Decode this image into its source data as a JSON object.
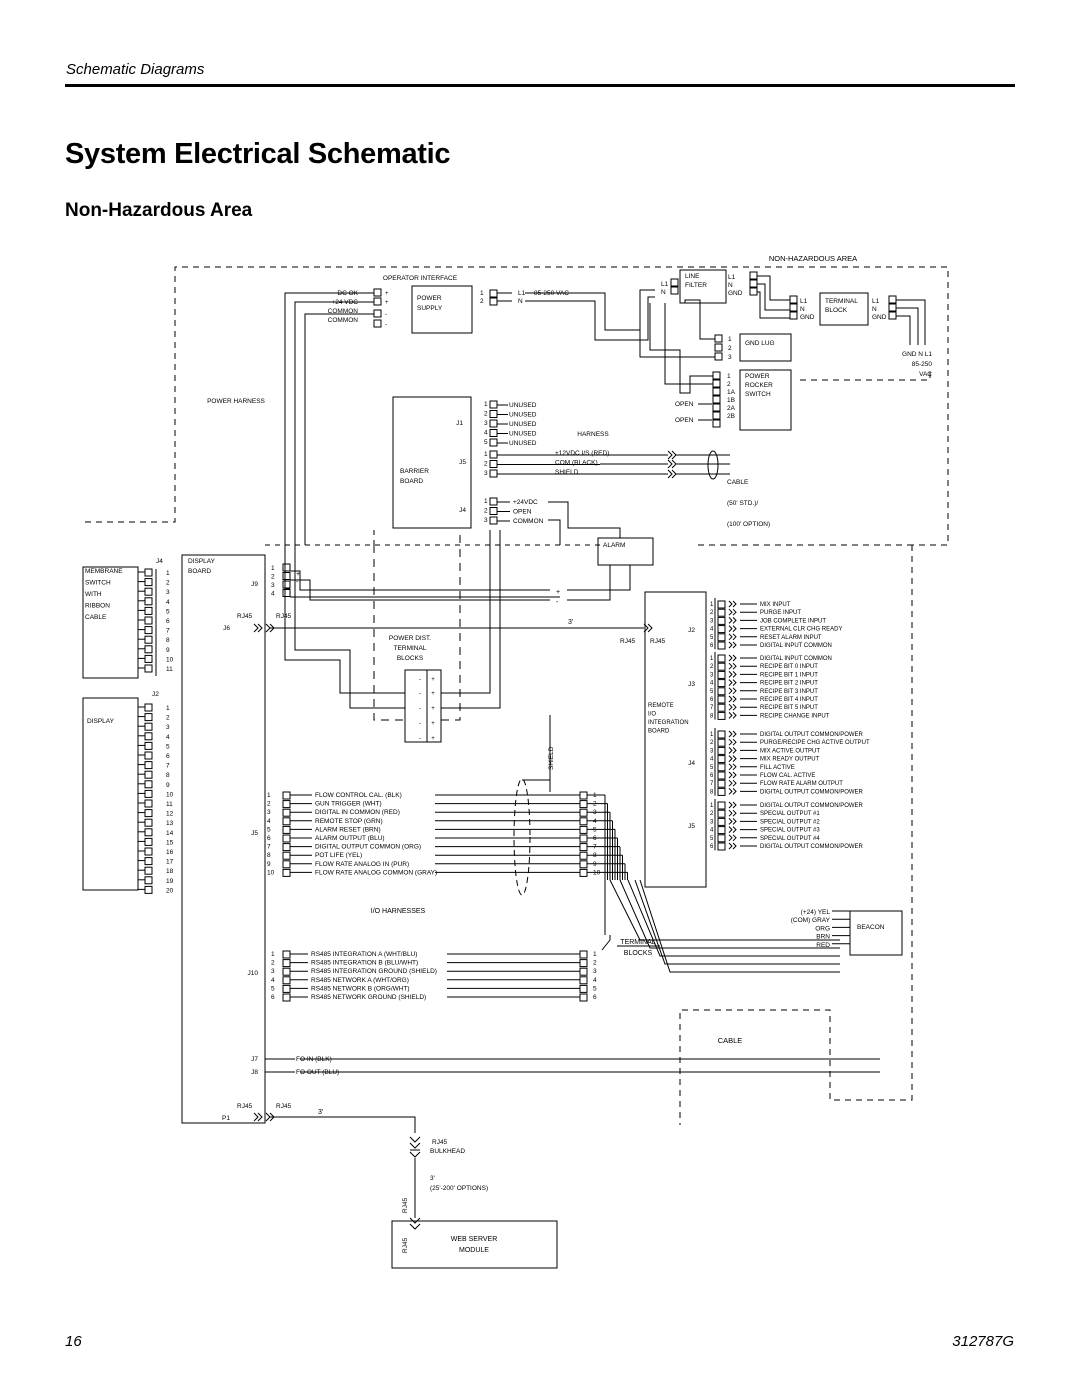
{
  "header": {
    "section": "Schematic Diagrams"
  },
  "title": "System Electrical Schematic",
  "subtitle": "Non-Hazardous Area",
  "footer": {
    "page": "16",
    "doc": "312787G"
  },
  "diagram": {
    "zone": "NON-HAZARDOUS AREA",
    "operator_interface": "OPERATOR INTERFACE",
    "power_supply": [
      "POWER",
      "SUPPLY"
    ],
    "ps_terms": [
      "DC OK",
      "+24 VDC",
      "COMMON",
      "COMMON"
    ],
    "ps_pins": [
      "+",
      "+",
      "-",
      "-"
    ],
    "ps_out": [
      "1",
      "2"
    ],
    "ps_in": [
      "L1",
      "N"
    ],
    "ps_vac": "85-250 VAC",
    "line_filter": [
      "LINE",
      "FILTER"
    ],
    "filter_in": [
      "L1",
      "N"
    ],
    "filter_out": [
      "L1",
      "N",
      "GND"
    ],
    "tb_in": [
      "L1",
      "N",
      "GND"
    ],
    "terminal_block": [
      "TERMINAL",
      "BLOCK"
    ],
    "tb_out": [
      "L1",
      "N",
      "GND"
    ],
    "mains": [
      "GND N L1",
      "85-250",
      "VAC"
    ],
    "gnd_lug": "GND LUG",
    "gnd_lug_pins": [
      "1",
      "2",
      "3"
    ],
    "power_switch": [
      "POWER",
      "ROCKER",
      "SWITCH"
    ],
    "switch_pins": [
      "1",
      "2",
      "1A",
      "1B",
      "2A",
      "2B"
    ],
    "open": [
      "OPEN",
      "OPEN"
    ],
    "power_harness": "POWER HARNESS",
    "barrier_board": [
      "BARRIER",
      "BOARD"
    ],
    "barrier_conns": [
      "J1",
      "J5",
      "J4"
    ],
    "j1_pins": [
      "1",
      "2",
      "3",
      "4",
      "5"
    ],
    "j1_labels": [
      "UNUSED",
      "UNUSED",
      "UNUSED",
      "UNUSED",
      "UNUSED"
    ],
    "j5_pins": [
      "1",
      "2",
      "3"
    ],
    "j5_labels": [
      "+12VDC I/S (RED)",
      "COM (BLACK)",
      "SHIELD"
    ],
    "j4_pins": [
      "1",
      "2",
      "3"
    ],
    "j4_labels": [
      "+24VDC",
      "OPEN",
      "COMMON"
    ],
    "harness": "HARNESS",
    "cable": [
      "CABLE",
      "(50' STD.)/",
      "(100' OPTION)"
    ],
    "alarm": "ALARM",
    "membrane": [
      "MEMBRANE",
      "SWITCH",
      "WITH",
      "RIBBON",
      "CABLE"
    ],
    "membrane_conn": "J4",
    "membrane_pins": [
      "1",
      "2",
      "3",
      "4",
      "5",
      "6",
      "7",
      "8",
      "9",
      "10",
      "11"
    ],
    "display": "DISPLAY",
    "display_conn": "J2",
    "display_pins": [
      "1",
      "2",
      "3",
      "4",
      "5",
      "6",
      "7",
      "8",
      "9",
      "10",
      "11",
      "12",
      "13",
      "14",
      "15",
      "16",
      "17",
      "18",
      "19",
      "20"
    ],
    "display_board": [
      "DISPLAY",
      "BOARD"
    ],
    "j9": "J9",
    "j9_pins": [
      "1",
      "2",
      "3",
      "4"
    ],
    "j9_signs": [
      "+",
      "-"
    ],
    "alarm_signs": [
      "+",
      "-"
    ],
    "rj45": "RJ45",
    "j6": "J6",
    "three_ft": "3'",
    "power_dist": [
      "POWER DIST.",
      "TERMINAL",
      "BLOCKS"
    ],
    "pd_signs": [
      "-",
      "+"
    ],
    "remote_board": [
      "REMOTE",
      "I/O",
      "INTEGRATION",
      "BOARD"
    ],
    "remote_conns": [
      "J2",
      "J3",
      "J4",
      "J5"
    ],
    "j2_pins": [
      "1",
      "2",
      "3",
      "4",
      "5",
      "6"
    ],
    "j2_labels": [
      "MIX INPUT",
      "PURGE INPUT",
      "JOB COMPLETE INPUT",
      "EXTERNAL CLR CHG READY",
      "RESET ALARM INPUT",
      "DIGITAL INPUT COMMON"
    ],
    "j3_pins": [
      "1",
      "2",
      "3",
      "4",
      "5",
      "6",
      "7",
      "8"
    ],
    "j3_labels": [
      "DIGITAL INPUT COMMON",
      "RECIPE BIT 0 INPUT",
      "RECIPE BIT 1 INPUT",
      "RECIPE BIT 2 INPUT",
      "RECIPE BIT 3 INPUT",
      "RECIPE BIT 4 INPUT",
      "RECIPE BIT 5 INPUT",
      "RECIPE CHANGE INPUT"
    ],
    "j4r_pins": [
      "1",
      "2",
      "3",
      "4",
      "5",
      "6",
      "7",
      "8"
    ],
    "j4r_labels": [
      "DIGITAL OUTPUT COMMON/POWER",
      "PURGE/RECIPE CHG ACTIVE OUTPUT",
      "MIX ACTIVE OUTPUT",
      "MIX READY OUTPUT",
      "FILL ACTIVE",
      "FLOW CAL. ACTIVE",
      "FLOW RATE ALARM OUTPUT",
      "DIGITAL OUTPUT COMMON/POWER"
    ],
    "j5r_pins": [
      "1",
      "2",
      "3",
      "4",
      "5",
      "6"
    ],
    "j5r_labels": [
      "DIGITAL OUTPUT COMMON/POWER",
      "SPECIAL OUTPUT #1",
      "SPECIAL OUTPUT #2",
      "SPECIAL OUTPUT #3",
      "SPECIAL OUTPUT #4",
      "DIGITAL OUTPUT COMMON/POWER"
    ],
    "io_j5": "J5",
    "io_pins": [
      "1",
      "2",
      "3",
      "4",
      "5",
      "6",
      "7",
      "8",
      "9",
      "10"
    ],
    "io_labels": [
      "FLOW CONTROL CAL. (BLK)",
      "GUN TRIGGER (WHT)",
      "DIGITAL IN COMMON (RED)",
      "REMOTE STOP (GRN)",
      "ALARM RESET (BRN)",
      "ALARM OUTPUT (BLU)",
      "DIGITAL OUTPUT COMMON (ORG)",
      "POT LIFE (YEL)",
      "FLOW RATE ANALOG IN (PUR)",
      "FLOW RATE ANALOG COMMON (GRAY)"
    ],
    "shield": "SHIELD",
    "io_harnesses": "I/O HARNESSES",
    "j10": "J10",
    "rs485_pins": [
      "1",
      "2",
      "3",
      "4",
      "5",
      "6"
    ],
    "rs485_labels": [
      "RS485 INTEGRATION A (WHT/BLU)",
      "RS485 INTEGRATION B (BLU/WHT)",
      "RS485 INTEGRATION GROUND (SHIELD)",
      "RS485 NETWORK A (WHT/ORG)",
      "RS485 NETWORK B (ORG/WHT)",
      "RS485 NETWORK GROUND (SHIELD)"
    ],
    "terminal_blocks": [
      "TERMINAL",
      "BLOCKS"
    ],
    "beacon": "BEACON",
    "beacon_wires": [
      "(+24) YEL",
      "(COM) GRAY",
      "ORG",
      "BRN",
      "RED"
    ],
    "fo": [
      "J7",
      "J8"
    ],
    "fo_labels": [
      "FO IN (BLK)",
      "FO OUT (BLU)"
    ],
    "p1": "P1",
    "bulkhead": "BULKHEAD",
    "bulk_len": [
      "3'",
      "(25'-200' OPTIONS)"
    ],
    "web_server": [
      "WEB SERVER",
      "MODULE"
    ]
  }
}
